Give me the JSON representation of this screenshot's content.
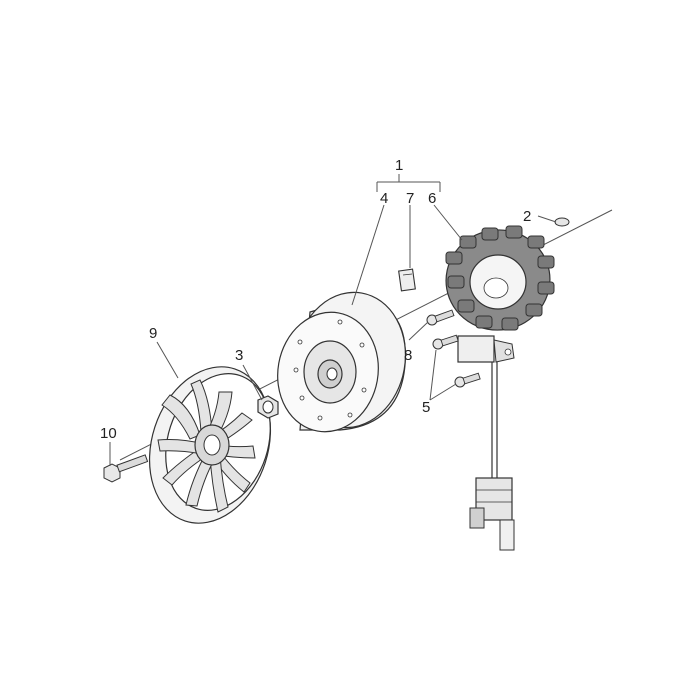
{
  "callouts": {
    "c1": "1",
    "c2": "2",
    "c3": "3",
    "c4": "4",
    "c5": "5",
    "c6": "6",
    "c7": "7",
    "c8": "8",
    "c9": "9",
    "c10": "10"
  },
  "colors": {
    "line": "#555555",
    "part_dark": "#333333",
    "part_fill": "#f2f2f2",
    "coil_fill": "#8a8a8a"
  }
}
